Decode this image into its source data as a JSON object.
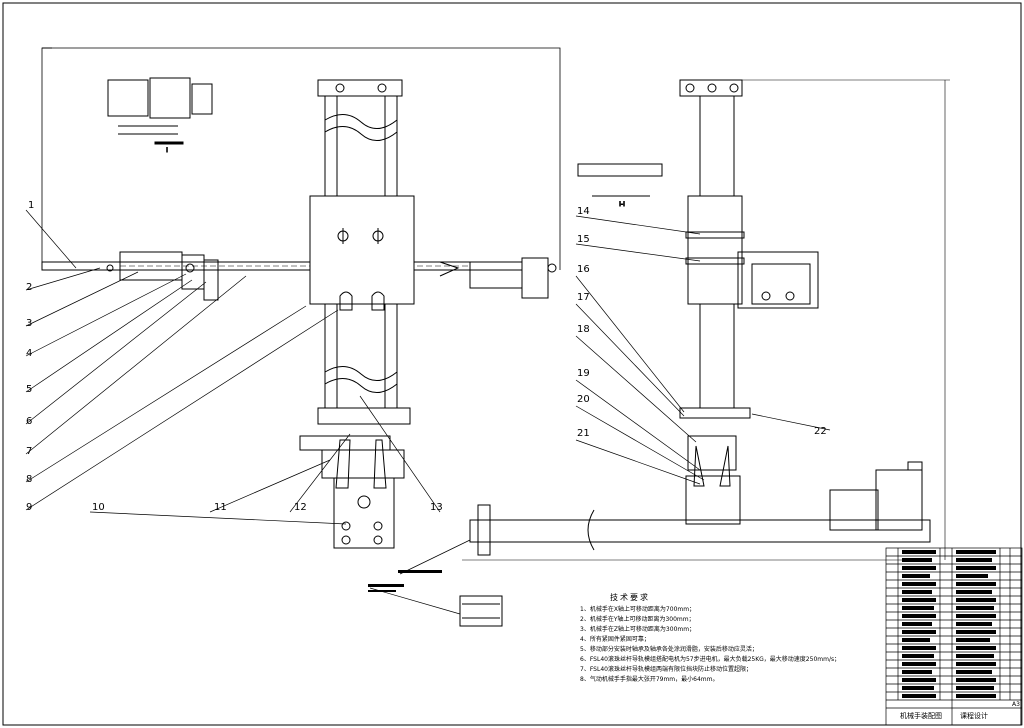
{
  "callouts": [
    "1",
    "2",
    "3",
    "4",
    "5",
    "6",
    "7",
    "8",
    "9",
    "10",
    "11",
    "12",
    "13",
    "14",
    "15",
    "16",
    "17",
    "18",
    "19",
    "20",
    "21",
    "22"
  ],
  "notes": {
    "title": "技术要求",
    "items": [
      "1、机械手在X轴上可移动距离为700mm；",
      "2、机械手在Y轴上可移动距离为300mm；",
      "3、机械手在Z轴上可移动距离为300mm；",
      "4、所有紧固件紧固可靠；",
      "5、移动部分安装时轴承及轴承各处涂润滑脂，安装后移动应灵活；",
      "6、FSL40滚珠丝杆导轨模组搭配电机为57步进电机，最大负载25KG，最大移动速度250mm/s；",
      "7、FSL40滚珠丝杆导轨模组两端有限位挡块防止移动位置超限；",
      "8、气动机械手手指最大张开79mm，最小64mm。"
    ]
  },
  "detail_labels": [
    "I",
    "I-I"
  ],
  "title_block": {
    "drawing_name": "机械手装配图",
    "course": "课程设计",
    "sheet_size": "A3"
  },
  "colors": {
    "line": "#000000",
    "background": "#ffffff"
  }
}
